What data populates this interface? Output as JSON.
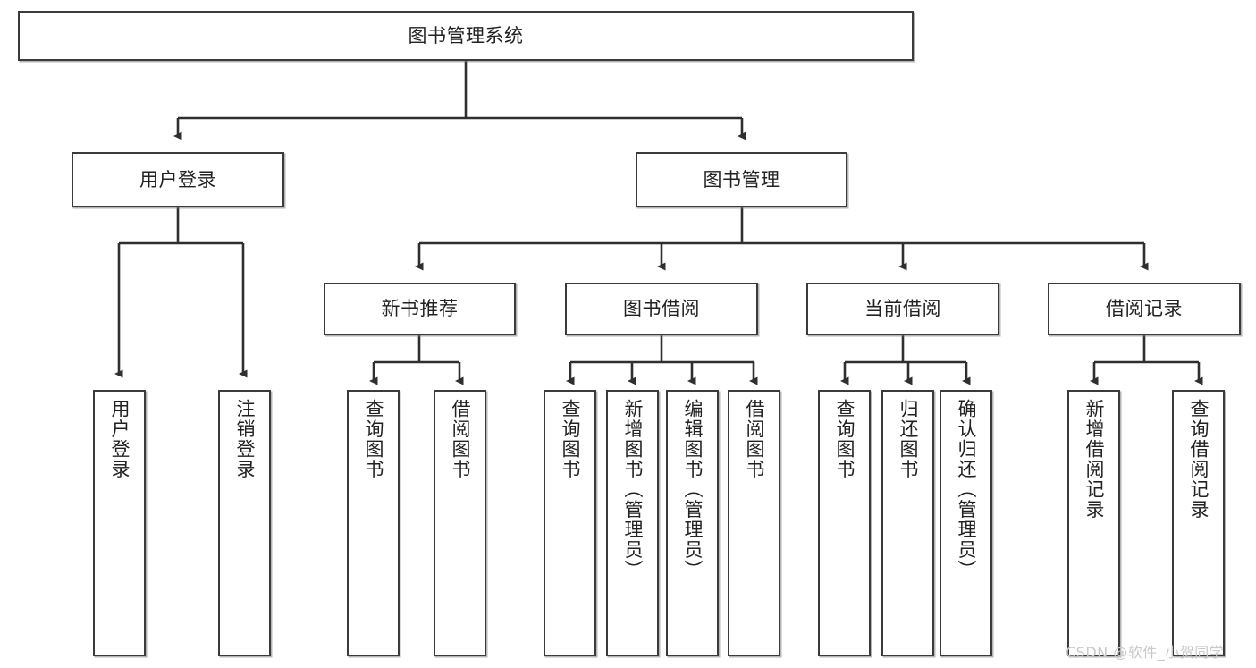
{
  "diagram": {
    "type": "tree-hierarchy-chart",
    "title": "图书管理系统",
    "root": {
      "id": "root",
      "label": "图书管理系统"
    },
    "level2": [
      {
        "id": "user-login",
        "label": "用户登录"
      },
      {
        "id": "book-management",
        "label": "图书管理"
      }
    ],
    "level3": [
      {
        "id": "new-book-recommend",
        "label": "新书推荐",
        "parent": "book-management"
      },
      {
        "id": "book-borrow",
        "label": "图书借阅",
        "parent": "book-management"
      },
      {
        "id": "current-borrow",
        "label": "当前借阅",
        "parent": "book-management"
      },
      {
        "id": "borrow-record",
        "label": "借阅记录",
        "parent": "book-management"
      }
    ],
    "leaves": [
      {
        "id": "leaf-user-login",
        "label": "用户登录",
        "parent": "user-login"
      },
      {
        "id": "leaf-logout-login",
        "label": "注销登录",
        "parent": "user-login"
      },
      {
        "id": "leaf-query-book-1",
        "label": "查询图书",
        "parent": "new-book-recommend"
      },
      {
        "id": "leaf-borrow-book-1",
        "label": "借阅图书",
        "parent": "new-book-recommend"
      },
      {
        "id": "leaf-query-book-2",
        "label": "查询图书",
        "parent": "book-borrow"
      },
      {
        "id": "leaf-add-book",
        "label": "新增图书（管理员）",
        "parent": "book-borrow"
      },
      {
        "id": "leaf-edit-book",
        "label": "编辑图书（管理员）",
        "parent": "book-borrow"
      },
      {
        "id": "leaf-borrow-book-2",
        "label": "借阅图书",
        "parent": "book-borrow"
      },
      {
        "id": "leaf-query-book-3",
        "label": "查询图书",
        "parent": "current-borrow"
      },
      {
        "id": "leaf-return-book",
        "label": "归还图书",
        "parent": "current-borrow"
      },
      {
        "id": "leaf-confirm-return",
        "label": "确认归还（管理员）",
        "parent": "current-borrow"
      },
      {
        "id": "leaf-add-record",
        "label": "新增借阅记录",
        "parent": "borrow-record"
      },
      {
        "id": "leaf-query-record",
        "label": "查询借阅记录",
        "parent": "borrow-record"
      }
    ],
    "colors": {
      "box_border": "#3b3b3b",
      "box_fill": "#ffffff",
      "connector": "#2f2f2f",
      "text": "#222222",
      "watermark": "#c9c9c9"
    }
  },
  "watermark": {
    "text": "CSDN @软件_小贺同学"
  }
}
